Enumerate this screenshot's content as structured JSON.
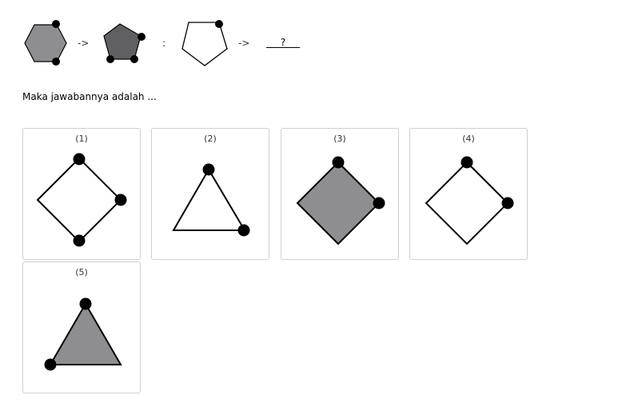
{
  "sequence": {
    "arrow1": "->",
    "separator": ":",
    "arrow2": "->",
    "blank": "?"
  },
  "question": {
    "prompt": "Maka jawabannya adalah ..."
  },
  "options": [
    {
      "label": "(1)"
    },
    {
      "label": "(2)"
    },
    {
      "label": "(3)"
    },
    {
      "label": "(4)"
    },
    {
      "label": "(5)"
    }
  ],
  "colors": {
    "gray_fill": "#8e8e90",
    "dark_fill": "#606062",
    "outline": "#000000",
    "border": "#cfcfcf"
  }
}
